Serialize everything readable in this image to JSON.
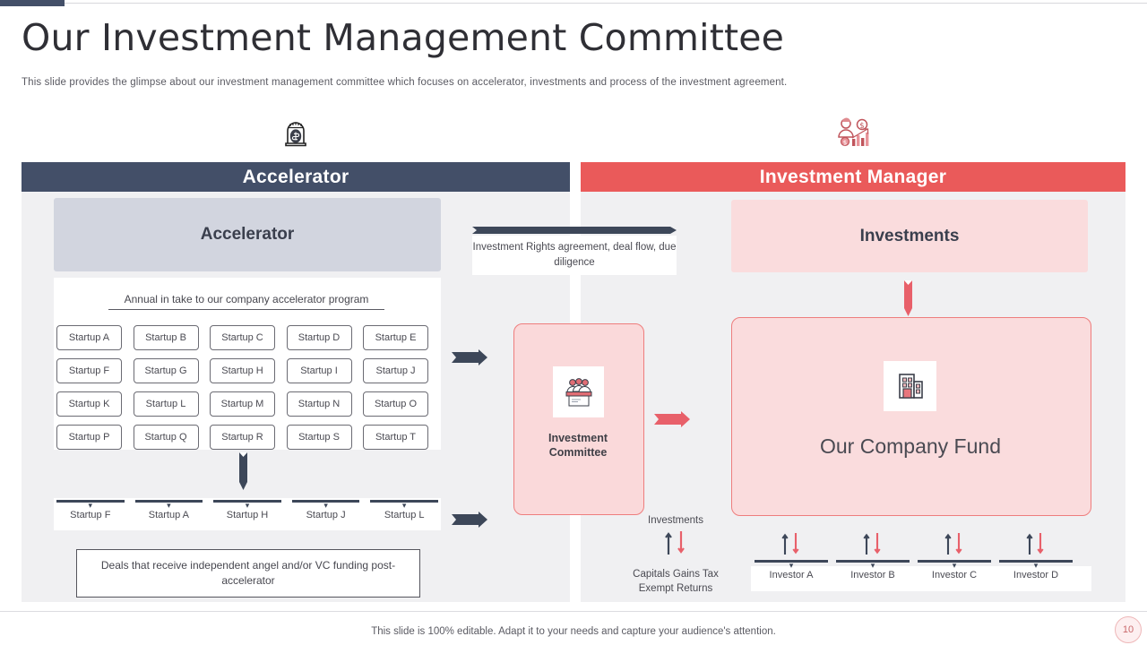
{
  "header": {
    "title": "Our Investment Management Committee",
    "subtitle": "This slide provides the glimpse about our investment management committee which focuses on accelerator, investments and process of the investment agreement."
  },
  "colors": {
    "navy": "#434f68",
    "red": "#ea5a5a",
    "panel_bg": "#f0f0f2",
    "accel_box": "#d2d5df",
    "pink_box": "#fadcdd",
    "pink_border": "#ee7d7d"
  },
  "left_panel": {
    "band_title": "Accelerator",
    "icon_name": "incubator-money-icon",
    "accelerator_box_label": "Accelerator",
    "annual_label": "Annual in take to our company accelerator program",
    "startup_grid": [
      [
        "Startup A",
        "Startup B",
        "Startup C",
        "Startup D",
        "Startup E"
      ],
      [
        "Startup F",
        "Startup G",
        "Startup H",
        "Startup I",
        "Startup J"
      ],
      [
        "Startup K",
        "Startup L",
        "Startup M",
        "Startup N",
        "Startup O"
      ],
      [
        "Startup P",
        "Startup Q",
        "Startup R",
        "Startup S",
        "Startup T"
      ]
    ],
    "selected_startups": [
      "Startup F",
      "Startup A",
      "Startup H",
      "Startup J",
      "Startup L"
    ],
    "deals_note": "Deals that receive independent angel and/or VC funding post-accelerator"
  },
  "middle": {
    "note": "Investment Rights agreement, deal flow, due diligence",
    "committee_label": "Investment\nCommittee",
    "committee_label_line1": "Investment",
    "committee_label_line2": "Committee",
    "committee_icon_name": "committee-people-podium-icon",
    "investments_flow_label": "Investments",
    "capital_gains_label": "Capitals Gains Tax Exempt Returns",
    "capital_gains_line1": "Capitals Gains Tax",
    "capital_gains_line2": "Exempt Returns"
  },
  "right_panel": {
    "band_title": "Investment Manager",
    "icon_name": "investor-growth-chart-icon",
    "investments_box_label": "Investments",
    "fund_label": "Our Company Fund",
    "fund_icon_name": "office-building-icon",
    "investors": [
      "Investor A",
      "Investor B",
      "Investor C",
      "Investor D"
    ]
  },
  "footer": {
    "note": "This slide is 100% editable. Adapt it to your needs and capture your audience's attention.",
    "page_number": "10"
  }
}
